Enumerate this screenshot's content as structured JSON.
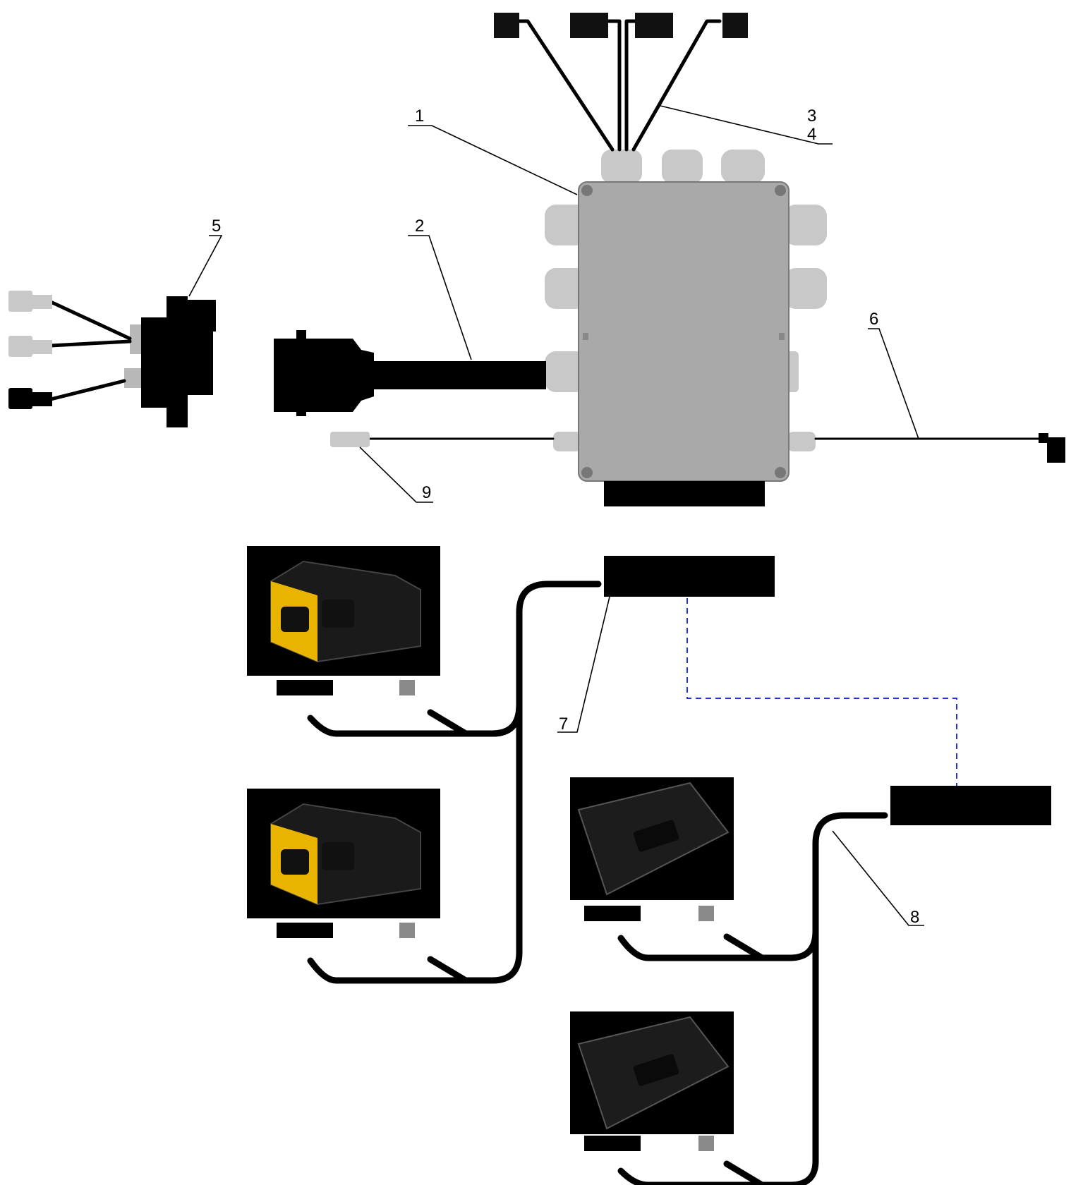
{
  "callouts": [
    {
      "id": "1",
      "label": "1"
    },
    {
      "id": "2",
      "label": "2"
    },
    {
      "id": "3",
      "label": "3"
    },
    {
      "id": "4",
      "label": "4"
    },
    {
      "id": "5",
      "label": "5"
    },
    {
      "id": "6",
      "label": "6"
    },
    {
      "id": "7",
      "label": "7"
    },
    {
      "id": "8",
      "label": "8"
    },
    {
      "id": "9",
      "label": "9"
    }
  ],
  "colors": {
    "enclosure": "#a9a9a9",
    "gland": "#cfcfcf",
    "cable": "#000000",
    "link_dashed": "#2233dd",
    "module_yellow": "#e8b400",
    "module_body": "#1a1a1a"
  },
  "parts": [
    {
      "icon": "junction-box-icon"
    },
    {
      "icon": "main-cable-connector-icon"
    },
    {
      "icon": "sensor-connector-icon"
    },
    {
      "icon": "adapter-harness-icon"
    },
    {
      "icon": "control-module-yellow-icon"
    },
    {
      "icon": "control-module-black-icon"
    },
    {
      "icon": "distribution-box-icon"
    }
  ]
}
